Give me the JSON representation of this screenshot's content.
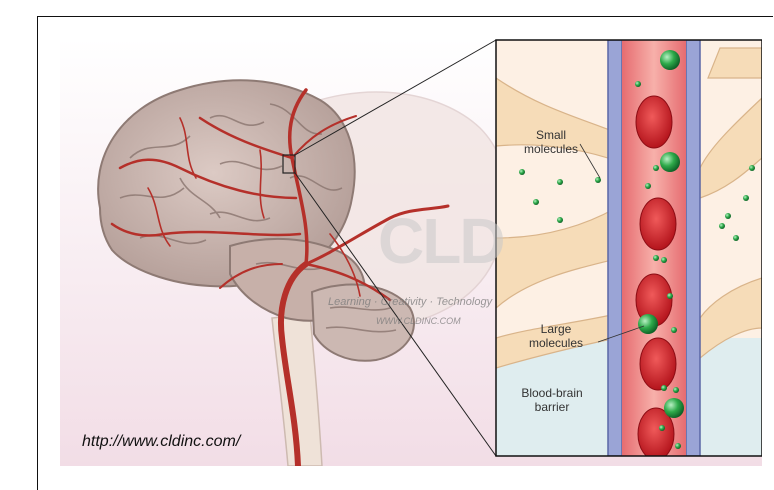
{
  "labels": {
    "small_molecules": "Small\nmolecules",
    "large_molecules": "Large\nmolecules",
    "blood_brain_barrier": "Blood-brain\nbarrier"
  },
  "source_url": "http://www.cldinc.com/",
  "watermark": {
    "logo_text": "CLD",
    "tagline": "Learning · Creativity · Technology",
    "site": "WWW.CLDINC.COM"
  },
  "colors": {
    "panel_background": "#fdf0e4",
    "vessel_lumen": "#f08a8a",
    "red_blood_cell": "#d9272e",
    "molecule": "#2eaa4a",
    "brain_tissue": "#c9b3ad",
    "artery": "#b5302a",
    "vessel_wall": "#7b87c4"
  }
}
